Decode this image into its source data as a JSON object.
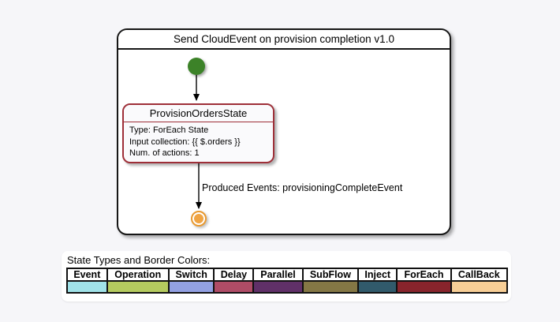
{
  "diagram": {
    "title": "Send CloudEvent on provision completion v1.0",
    "state": {
      "name": "ProvisionOrdersState",
      "details": [
        "Type: ForEach State",
        "Input collection: {{ $.orders }}",
        "Num. of actions: 1"
      ]
    },
    "edge_label": "Produced Events: provisioningCompleteEvent",
    "colors": {
      "start_node": "#3c8228",
      "end_node_ring": "#e8992f",
      "end_node_fill": "#f0a443",
      "state_border": "#9e2f38"
    }
  },
  "legend": {
    "title": "State Types and Border Colors:",
    "items": [
      {
        "label": "Event",
        "color": "#a0e2e8"
      },
      {
        "label": "Operation",
        "color": "#b5cb5f"
      },
      {
        "label": "Switch",
        "color": "#92a0e2"
      },
      {
        "label": "Delay",
        "color": "#af4c66"
      },
      {
        "label": "Parallel",
        "color": "#603068"
      },
      {
        "label": "SubFlow",
        "color": "#847745"
      },
      {
        "label": "Inject",
        "color": "#315a6b"
      },
      {
        "label": "ForEach",
        "color": "#88242c"
      },
      {
        "label": "CallBack",
        "color": "#f7ce96"
      }
    ]
  }
}
